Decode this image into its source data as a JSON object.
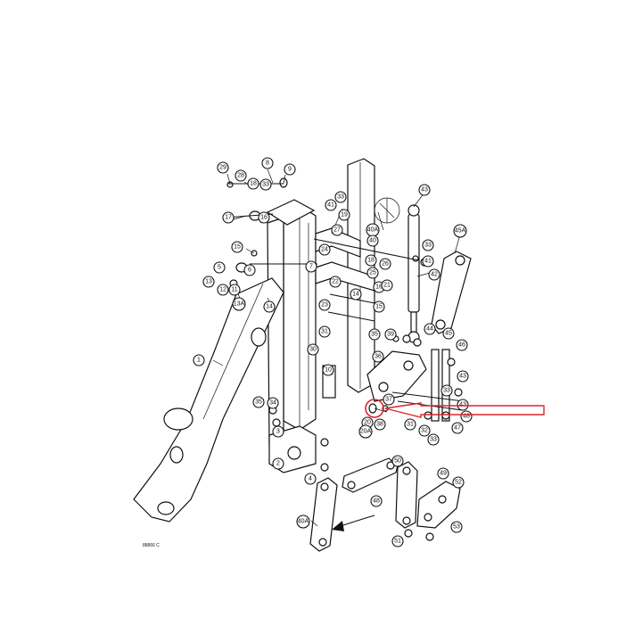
{
  "callouts": [
    "1",
    "2",
    "3",
    "4",
    "5",
    "6",
    "7",
    "8",
    "9",
    "10",
    "11",
    "12",
    "13",
    "13A",
    "14",
    "15",
    "16",
    "17",
    "18",
    "19",
    "20",
    "20A",
    "21",
    "22",
    "23",
    "24",
    "25",
    "26",
    "27",
    "28",
    "29",
    "30",
    "31",
    "32",
    "33",
    "34",
    "35",
    "36",
    "37",
    "38",
    "39",
    "40",
    "40A",
    "41",
    "42",
    "43",
    "44",
    "45",
    "45A",
    "46",
    "47",
    "48",
    "49",
    "50",
    "51",
    "52",
    "53"
  ],
  "drawing_code": "88866 C",
  "highlight": {
    "color": "#d7262d",
    "target_callout": "20"
  }
}
